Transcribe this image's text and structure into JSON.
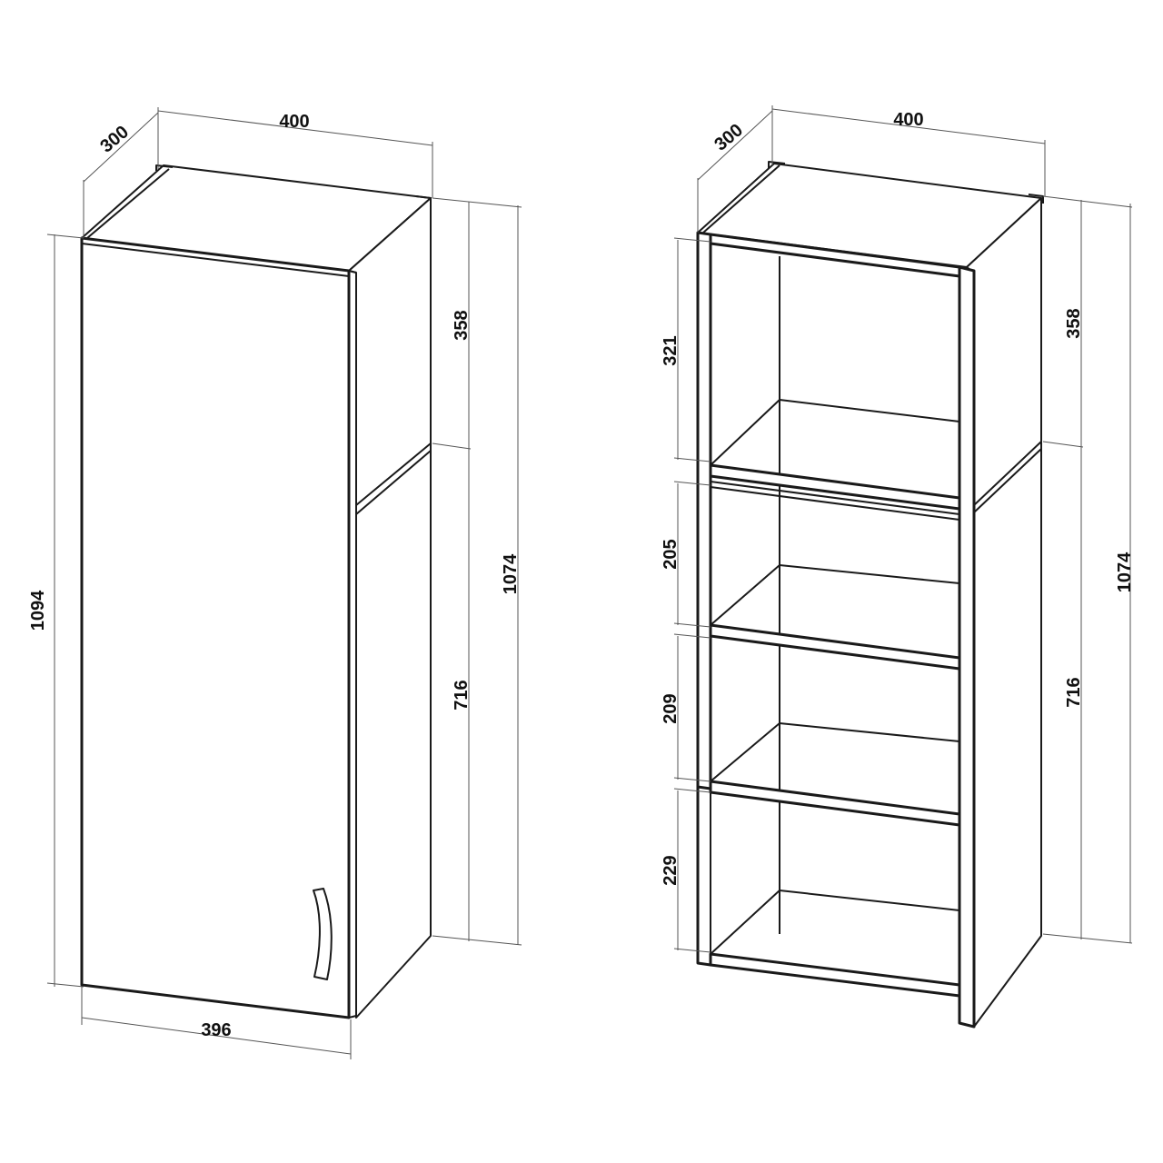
{
  "left_cabinet": {
    "depth": "300",
    "width": "400",
    "total_height": "1094",
    "height": "1074",
    "upper_height": "358",
    "lower_height": "716",
    "door_width": "396"
  },
  "right_cabinet": {
    "depth": "300",
    "width": "400",
    "height": "1074",
    "upper_height": "358",
    "lower_height": "716",
    "shelf_1": "321",
    "shelf_2": "205",
    "shelf_3": "209",
    "shelf_4": "229"
  }
}
